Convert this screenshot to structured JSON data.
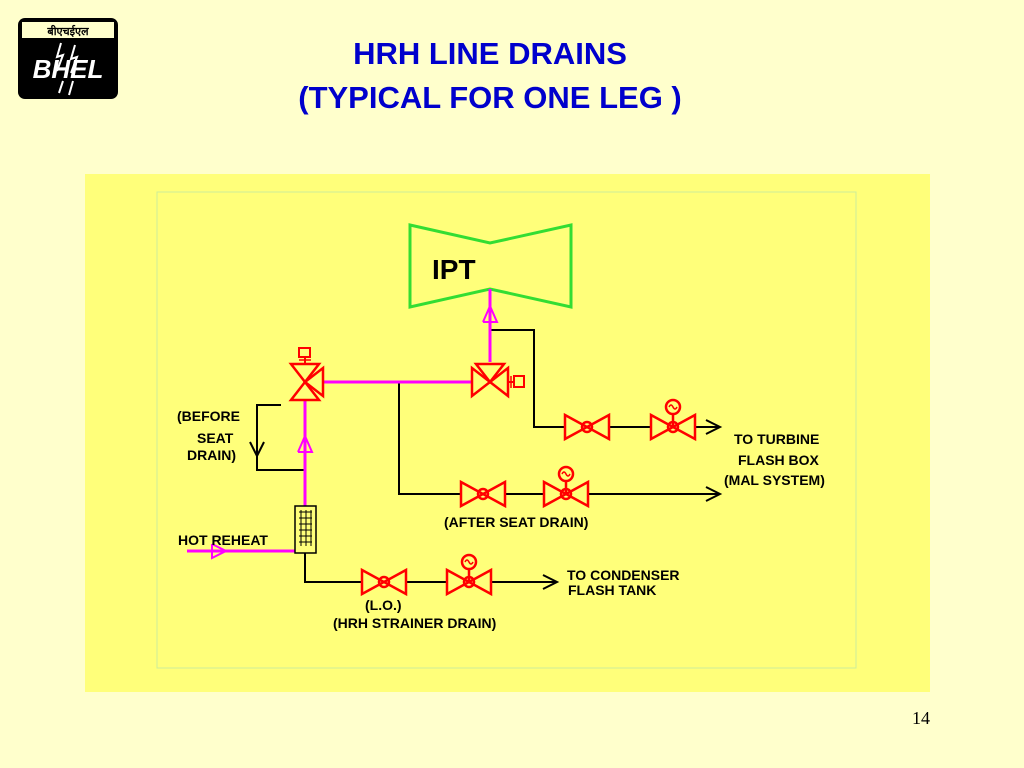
{
  "logo": {
    "devanagari": "बीएचईएल",
    "text": "BHEL"
  },
  "title": {
    "line1": "HRH LINE DRAINS",
    "line2": "(TYPICAL FOR ONE LEG )"
  },
  "diagram": {
    "turbine_label": "IPT",
    "labels": {
      "before_seat_1": "(BEFORE",
      "before_seat_2": "SEAT",
      "before_seat_3": "DRAIN)",
      "hot_reheat": "HOT REHEAT",
      "to_turbine_1": "TO TURBINE",
      "to_turbine_2": "FLASH BOX",
      "to_turbine_3": "(MAL SYSTEM)",
      "after_seat": "(AFTER SEAT DRAIN)",
      "to_condenser_1": "TO CONDENSER",
      "to_condenser_2": "FLASH TANK",
      "lo": "(L.O.)",
      "strainer": "(HRH STRAINER DRAIN)"
    }
  },
  "colors": {
    "background": "#ffffcc",
    "panel": "#ffff7a",
    "title": "#0000cc",
    "steam_line": "#ff00ff",
    "valve": "#ff0000",
    "turbine": "#33dd33",
    "drain_line": "#000000"
  },
  "page_number": "14"
}
